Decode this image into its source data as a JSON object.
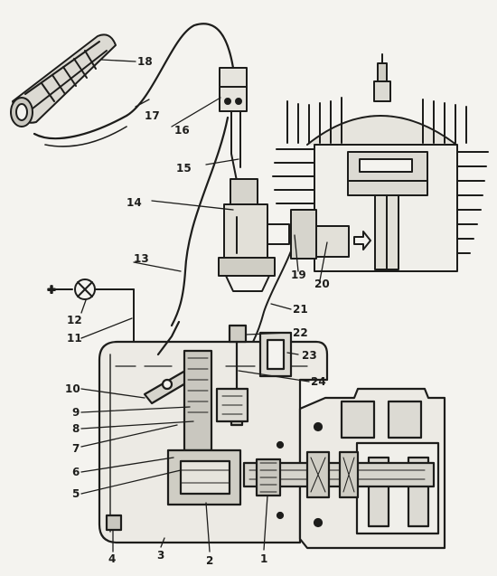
{
  "callouts": [
    {
      "id": "1",
      "label": "1"
    },
    {
      "id": "2",
      "label": "2"
    },
    {
      "id": "3",
      "label": "3"
    },
    {
      "id": "4",
      "label": "4"
    },
    {
      "id": "5",
      "label": "5"
    },
    {
      "id": "6",
      "label": "6"
    },
    {
      "id": "7",
      "label": "7"
    },
    {
      "id": "8",
      "label": "8"
    },
    {
      "id": "9",
      "label": "9"
    },
    {
      "id": "10",
      "label": "10"
    },
    {
      "id": "11",
      "label": "11"
    },
    {
      "id": "12",
      "label": "12"
    },
    {
      "id": "13",
      "label": "13"
    },
    {
      "id": "14",
      "label": "14"
    },
    {
      "id": "15",
      "label": "15"
    },
    {
      "id": "16",
      "label": "16"
    },
    {
      "id": "17",
      "label": "17"
    },
    {
      "id": "18",
      "label": "18"
    },
    {
      "id": "19",
      "label": "19"
    },
    {
      "id": "20",
      "label": "20"
    },
    {
      "id": "21",
      "label": "21"
    },
    {
      "id": "22",
      "label": "22"
    },
    {
      "id": "23",
      "label": "23"
    },
    {
      "id": "24",
      "label": "24"
    }
  ],
  "icons": {
    "indicator_lamp": "indicator-lamp-icon",
    "throttle_grip": "throttle-grip-icon"
  }
}
